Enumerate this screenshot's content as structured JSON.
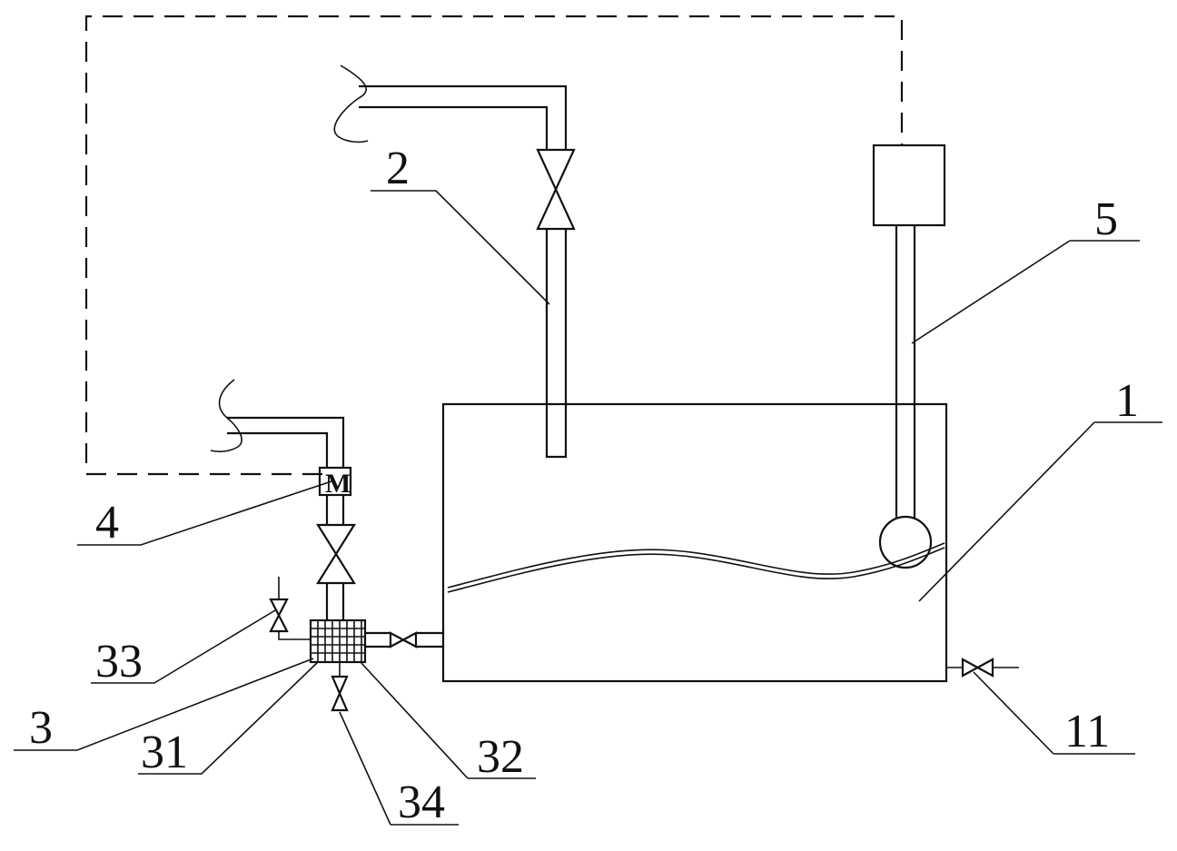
{
  "labels": {
    "tank": "1",
    "inlet_pipe": "2",
    "mixer": "3",
    "motor_valve": "4",
    "level_sensor": "5",
    "drain_valve": "11",
    "mixer_part_a": "31",
    "mixer_part_b": "32",
    "side_valve": "33",
    "bottom_valve": "34",
    "motor_symbol": "M"
  }
}
